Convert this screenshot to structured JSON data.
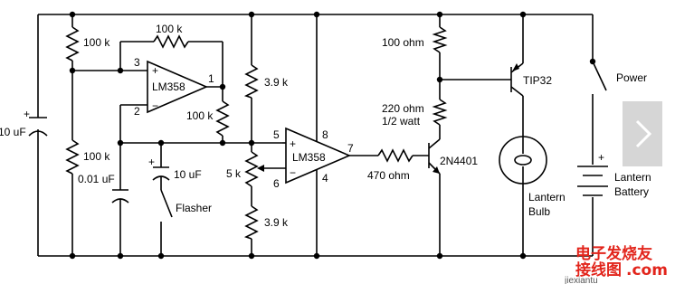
{
  "components": {
    "r_top_left": "100 k",
    "r_feedback": "100 k",
    "r_out": "100 k",
    "r_bottom_left": "100 k",
    "c_left": "10 uF",
    "c_timing": "0.01 uF",
    "c_flasher": "10 uF",
    "switch_flasher": "Flasher",
    "opamp1": "LM358",
    "opamp2": "LM358",
    "r_div_top": "3.9 k",
    "pot": "5 k",
    "r_div_bottom": "3.9 k",
    "r_base": "470 ohm",
    "r_100ohm": "100 ohm",
    "r_220_line1": "220 ohm",
    "r_220_line2": "1/2 watt",
    "q_npn": "2N4401",
    "q_pnp": "TIP32",
    "bulb_line1": "Lantern",
    "bulb_line2": "Bulb",
    "power_switch": "Power",
    "battery_line1": "Lantern",
    "battery_line2": "Battery"
  },
  "pins": {
    "u1_p3": "3",
    "u1_p2": "2",
    "u1_p1": "1",
    "u2_p5": "5",
    "u2_p6": "6",
    "u2_p7": "7",
    "u2_p8": "8",
    "u2_p4": "4",
    "plus": "+"
  },
  "ui": {
    "next_icon": "chevron-right-icon",
    "watermark_main": "电子发烧友",
    "watermark_sub": "jiexiantu",
    "watermark_brand": "接线图",
    "watermark_domain": ".com"
  }
}
